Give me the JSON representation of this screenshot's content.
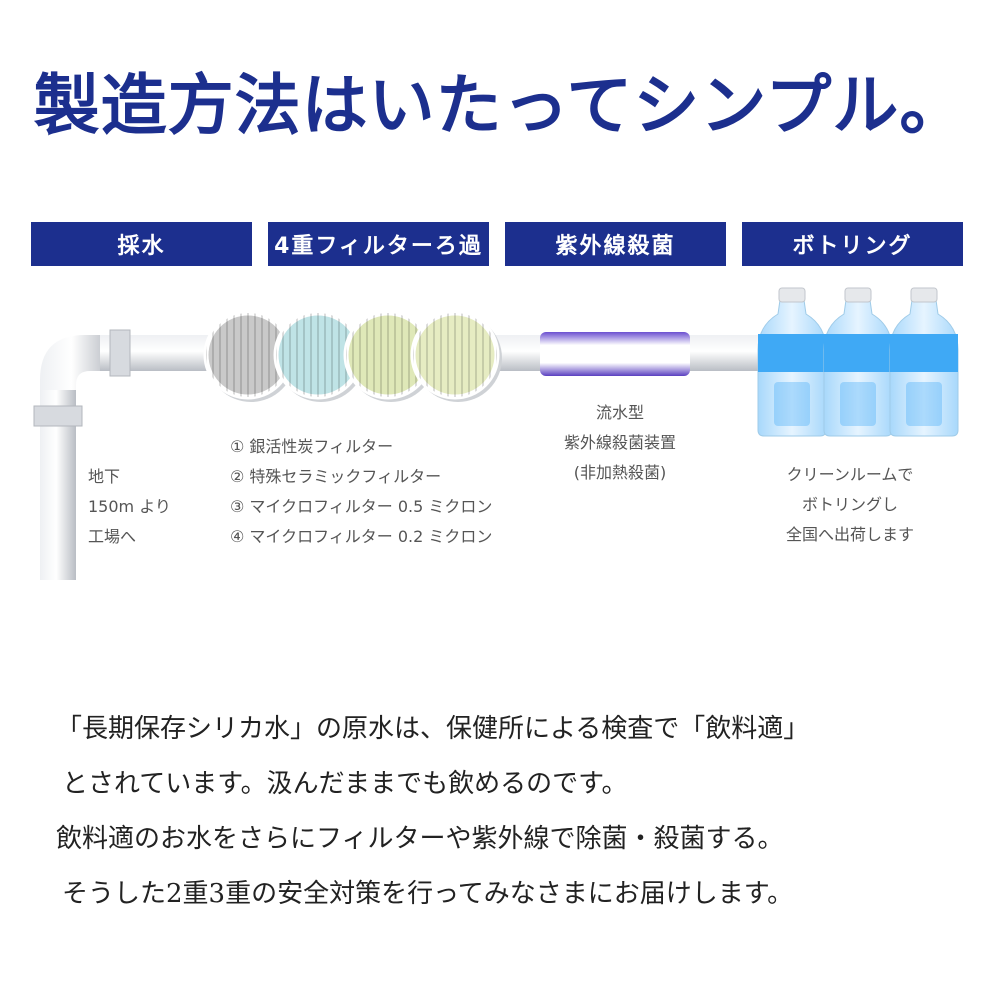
{
  "title": "製造方法はいたってシンプル。",
  "steps": [
    {
      "label": "採水"
    },
    {
      "label": "4重フィルターろ過"
    },
    {
      "label": "紫外線殺菌"
    },
    {
      "label": "ボトリング"
    }
  ],
  "source_note": [
    "地下",
    "150m より",
    "工場へ"
  ],
  "filters": [
    {
      "text": "① 銀活性炭フィルター",
      "color": "#c9c9c9"
    },
    {
      "text": "② 特殊セラミックフィルター",
      "color": "#bfe3e6"
    },
    {
      "text": "③ マイクロフィルター 0.5 ミクロン",
      "color": "#dfe8b8"
    },
    {
      "text": "④ マイクロフィルター 0.2 ミクロン",
      "color": "#e6ecc2"
    }
  ],
  "uv_note": [
    "流水型",
    "紫外線殺菌装置",
    "(非加熱殺菌)"
  ],
  "bottling_note": [
    "クリーンルームで",
    "ボトリングし",
    "全国へ出荷します"
  ],
  "colors": {
    "brand": "#1c2f8e",
    "pipe": "#d6d9de",
    "uv": "#6b4fd0",
    "bottle": "#3fa9f5"
  },
  "body": [
    "「長期保存シリカ水」の原水は、保健所による検査で「飲料適」",
    "とされています。汲んだままでも飲めるのです。",
    "飲料適のお水をさらにフィルターや紫外線で除菌・殺菌する。",
    "そうした2重3重の安全対策を行ってみなさまにお届けします。"
  ]
}
